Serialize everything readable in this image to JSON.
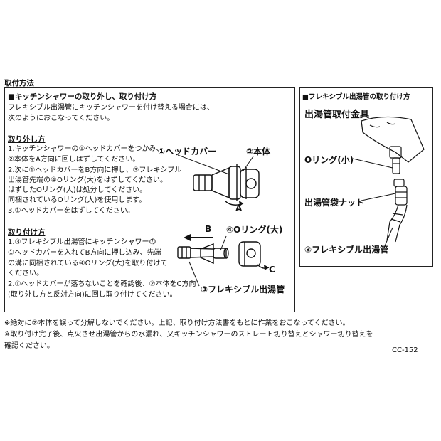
{
  "title": "取付方法",
  "left": {
    "heading": "■キッチンシャワーの取り外し、取り付け方",
    "intro": [
      "フレキシブル出湯管にキッチンシャワーを付け替える場合には、",
      "次のようにおこなってください。"
    ],
    "removal": {
      "heading": "取り外し方",
      "lines": [
        "1.キッチンシャワーの①ヘッドカバーをつかみ、",
        "  ②本体をA方向に回しはずしてください。",
        "2.次に①ヘッドカバーをB方向に押し、③フレキシブル",
        "  出湯管先端の④Oリング(大)をはずしてください。",
        "  はずしたOリング(大)は処分してください。",
        "  同梱されているOリング(大)を使用します。",
        "3.①ヘッドカバーをはずしてください。"
      ]
    },
    "install": {
      "heading": "取り付け方",
      "lines": [
        "1.③フレキシブル出湯管にキッチンシャワーの",
        "  ①ヘッドカバーを入れてB方向に押し込み、先端",
        "  の溝に同梱されている④Oリング(大)を取り付けて",
        "  ください。",
        "2.①ヘッドカバーが落ちないことを確認後、②本体をC方向",
        "  (取り外し方と反対方向)に回し取り付けてください。"
      ]
    },
    "diagram": {
      "label_head_cover": "①ヘッドカバー",
      "label_body": "②本体",
      "arrow_a": "A",
      "arrow_b": "B",
      "label_oring_large": "④Oリング(大)",
      "arrow_c": "C",
      "label_flex_pipe": "③フレキシブル出湯管"
    }
  },
  "right": {
    "heading": "■フレキシブル出湯管の取り付け方",
    "label_fitting": "出湯管取付金具",
    "label_oring_small": "Oリング(小)",
    "label_nut": "出湯管袋ナット",
    "label_flex_pipe": "③フレキシブル出湯管"
  },
  "notes": [
    "※絶対に②本体を誤って分解しないでください。上記、取り付け方法書をもとに作業をおこなってください。",
    "※取り付け完了後、点火させ出湯管からの水漏れ、又キッチンシャワーのストレート切り替えとシャワー切り替えを",
    "  確認ください。"
  ],
  "doc_code": "CC-152"
}
